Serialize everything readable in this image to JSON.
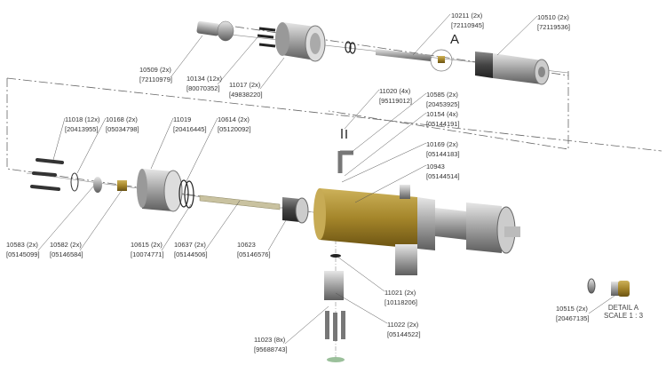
{
  "callouts": [
    {
      "num": "10509 (2x)",
      "part": "[72110979]"
    },
    {
      "num": "10134 (12x)",
      "part": "[80070352]"
    },
    {
      "num": "11017 (2x)",
      "part": "[49838220]"
    },
    {
      "num": "10211 (2x)",
      "part": "[72110945]"
    },
    {
      "num": "10510 (2x)",
      "part": "[72119536]"
    },
    {
      "num": "11020 (4x)",
      "part": "[95119012]"
    },
    {
      "num": "10585 (2x)",
      "part": "[20453925]"
    },
    {
      "num": "10154 (4x)",
      "part": "[05144191]"
    },
    {
      "num": "10169 (2x)",
      "part": "[05144183]"
    },
    {
      "num": "10943",
      "part": "[05144514]"
    },
    {
      "num": "11018 (12x)",
      "part": "[20413955]"
    },
    {
      "num": "10168 (2x)",
      "part": "[05034798]"
    },
    {
      "num": "11019",
      "part": "[20416445]"
    },
    {
      "num": "10614 (2x)",
      "part": "[05120092]"
    },
    {
      "num": "10583 (2x)",
      "part": "[05145099]"
    },
    {
      "num": "10582 (2x)",
      "part": "[05146584]"
    },
    {
      "num": "10615 (2x)",
      "part": "[10074771]"
    },
    {
      "num": "10637 (2x)",
      "part": "[05144506]"
    },
    {
      "num": "10623",
      "part": "[05146576]"
    },
    {
      "num": "11023 (8x)",
      "part": "[95688743]"
    },
    {
      "num": "11021 (2x)",
      "part": "[10118206]"
    },
    {
      "num": "11022 (2x)",
      "part": "[05144522]"
    },
    {
      "num": "10515 (2x)",
      "part": "[20467135]"
    }
  ],
  "detail_marker": "A",
  "detail": {
    "title": "DETAIL A",
    "scale": "SCALE 1 : 3"
  },
  "colors": {
    "brass": "#a88a2c",
    "steel": "#9a9a9a",
    "dark": "#444444",
    "line": "#555555"
  }
}
